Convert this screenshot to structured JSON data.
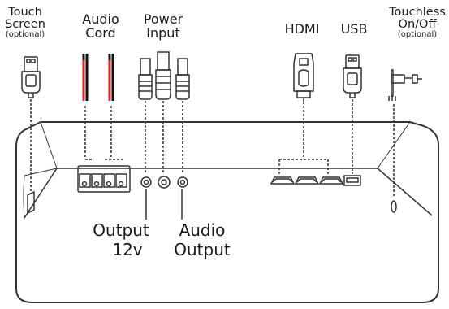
{
  "labels": {
    "touch_screen": {
      "line1": "Touch",
      "line2": "Screen",
      "note": "(optional)"
    },
    "audio_cord": {
      "line1": "Audio",
      "line2": "Cord"
    },
    "power_input": {
      "line1": "Power",
      "line2": "Input"
    },
    "hdmi": "HDMI",
    "usb": "USB",
    "touchless": {
      "line1": "Touchless",
      "line2": "On/Off",
      "note": "(optional)"
    },
    "output_12v": {
      "line1": "Output",
      "line2": "12v"
    },
    "audio_output": {
      "line1": "Audio",
      "line2": "Output"
    }
  },
  "colors": {
    "outline": "#333333",
    "audio_wire_red": "#d42020",
    "audio_wire_black": "#111111"
  }
}
